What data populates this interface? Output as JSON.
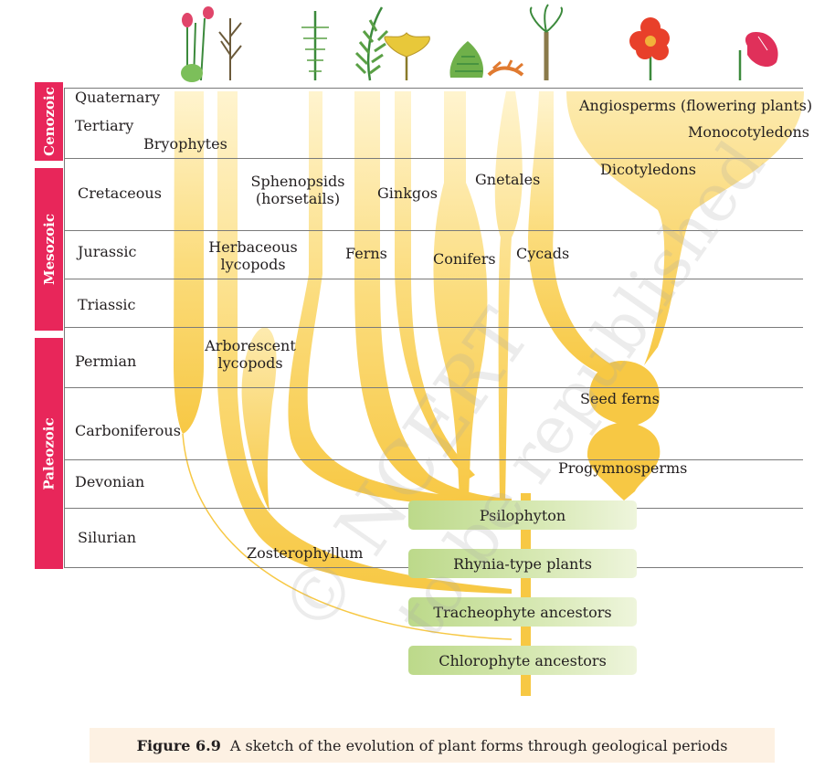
{
  "eras": [
    {
      "name": "Cenozoic"
    },
    {
      "name": "Mesozoic"
    },
    {
      "name": "Paleozoic"
    }
  ],
  "periods": [
    "Quaternary",
    "Tertiary",
    "Cretaceous",
    "Jurassic",
    "Triassic",
    "Permian",
    "Carboniferous",
    "Devonian",
    "Silurian"
  ],
  "groups": {
    "bryophytes": "Bryophytes",
    "sphenopsids_line1": "Sphenopsids",
    "sphenopsids_line2": "(horsetails)",
    "ginkgos": "Ginkgos",
    "gnetales": "Gnetales",
    "herbaceous_line1": "Herbaceous",
    "herbaceous_line2": "lycopods",
    "ferns": "Ferns",
    "conifers": "Conifers",
    "cycads": "Cycads",
    "arborescent_line1": "Arborescent",
    "arborescent_line2": "lycopods",
    "angiosperms": "Angiosperms (flowering plants)",
    "monocotyledons": "Monocotyledons",
    "dicotyledons": "Dicotyledons",
    "seed_ferns": "Seed ferns",
    "progymnosperms": "Progymnosperms",
    "zosterophyllum": "Zosterophyllum"
  },
  "ancestors": [
    "Psilophyton",
    "Rhynia-type plants",
    "Tracheophyte ancestors",
    "Chlorophyte ancestors"
  ],
  "caption": {
    "label": "Figure 6.9",
    "text": "A sketch of the evolution of plant forms through geological periods"
  },
  "watermark": {
    "line1": "© NCERT",
    "line2": "to be republished"
  },
  "colors": {
    "era_box": "#e8265a",
    "branch": "#f7c844",
    "ancestor_box": "#bcd98a",
    "caption_bg": "#fdf1e3"
  }
}
